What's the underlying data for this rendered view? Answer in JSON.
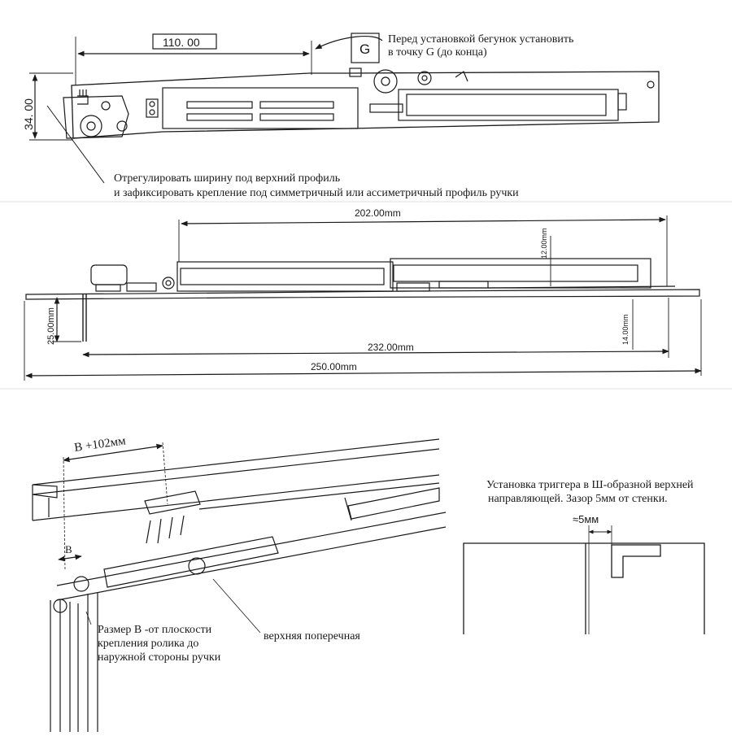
{
  "top_view": {
    "dim_110": "110. 00",
    "dim_34": "34. 00",
    "marker_g": "G",
    "note_g_line1": "Перед установкой бегунок установить",
    "note_g_line2": "в точку G (до конца)",
    "note_adjust_line1": "Отрегулировать ширину под верхний профиль",
    "note_adjust_line2": "и зафиксировать крепление под симметричный или ассиметричный профиль ручки"
  },
  "side_view": {
    "dim_202": "202.00mm",
    "dim_12": "12.00mm",
    "dim_25": "25.00mm",
    "dim_14": "14.00mm",
    "dim_232": "232.00mm",
    "dim_250": "250.00mm"
  },
  "perspective_view": {
    "dim_b_plus": "B +102мм",
    "dim_b": "B",
    "note_size_b_line1": "Размер В -от плоскости",
    "note_size_b_line2": "крепления ролика до",
    "note_size_b_line3": "наружной стороны ручки",
    "label_crossbar": "верхняя поперечная"
  },
  "trigger_detail": {
    "title_line1": "Установка триггера в Ш-образной верхней",
    "title_line2": "направляющей.     Зазор 5мм от стенки.",
    "gap_label": "≈5мм"
  },
  "colors": {
    "line": "#1a1a1a",
    "paper": "#ffffff",
    "rule": "#cfd4da"
  }
}
